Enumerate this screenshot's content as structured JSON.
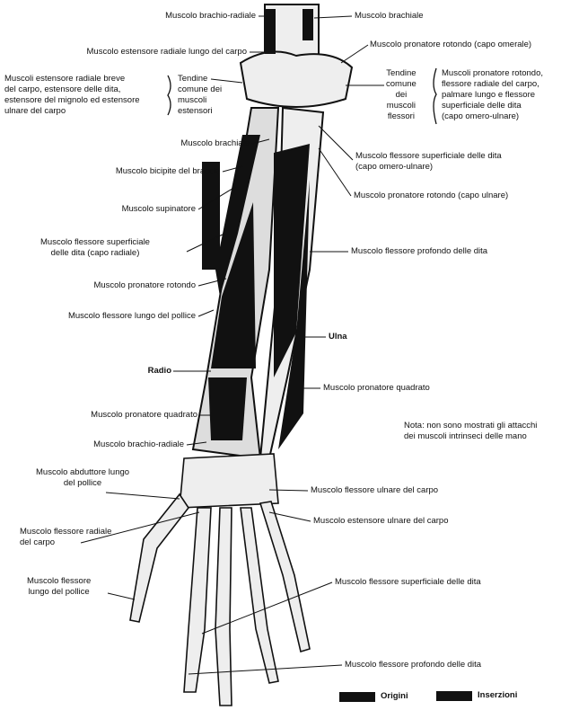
{
  "labels_left": {
    "brachioradiale_top": "Muscolo brachio-radiale",
    "estensore_radiale_lungo": "Muscolo estensore radiale lungo del carpo",
    "estensori_group": "Muscoli estensore radiale breve\ndel carpo, estensore delle dita,\nestensore del mignolo ed estensore\nulnare del carpo",
    "tendine_estensori": "Tendine\ncomune dei\nmuscoli\nestensori",
    "brachiale": "Muscolo brachiale",
    "bicipite": "Muscolo bicipite del braccio",
    "supinatore": "Muscolo supinatore",
    "flessore_sup_radiale": "Muscolo flessore superficiale\ndelle dita (capo radiale)",
    "pronatore_rotondo": "Muscolo pronatore rotondo",
    "flessore_lungo_pollice": "Muscolo flessore lungo del pollice",
    "radio": "Radio",
    "pronatore_quadrato": "Muscolo pronatore quadrato",
    "brachioradiale_bottom": "Muscolo brachio-radiale",
    "abduttore_pollice": "Muscolo abduttore lungo\ndel pollice",
    "flessore_radiale_carpo": "Muscolo flessore radiale\ndel carpo",
    "flessore_lungo_pollice_2": "Muscolo flessore\nlungo del pollice"
  },
  "labels_right": {
    "brachiale": "Muscolo brachiale",
    "pronatore_omerale": "Muscolo pronatore rotondo (capo omerale)",
    "tendine_flessori": "Tendine\ncomune\ndei\nmuscoli\nflessori",
    "flessori_group": "Muscoli pronatore rotondo,\nflessore radiale del carpo,\npalmare lungo e flessore\nsuperficiale delle dita\n(capo omero-ulnare)",
    "flessore_sup_omeroulnare": "Muscolo flessore superficiale delle dita\n(capo omero-ulnare)",
    "pronatore_ulnare": "Muscolo pronatore rotondo (capo ulnare)",
    "flessore_profondo": "Muscolo flessore profondo delle dita",
    "ulna": "Ulna",
    "pronatore_quadrato": "Muscolo pronatore quadrato",
    "nota": "Nota: non sono mostrati gli attacchi\ndei muscoli intrinseci delle mano",
    "flessore_ulnare_carpo": "Muscolo flessore ulnare del carpo",
    "estensore_ulnare_carpo": "Muscolo estensore ulnare del carpo",
    "flessore_sup_dita": "Muscolo flessore superficiale delle dita",
    "flessore_prof_dita": "Muscolo flessore profondo delle dita"
  },
  "legend": {
    "origini": "Origini",
    "inserzioni": "Inserzioni"
  }
}
